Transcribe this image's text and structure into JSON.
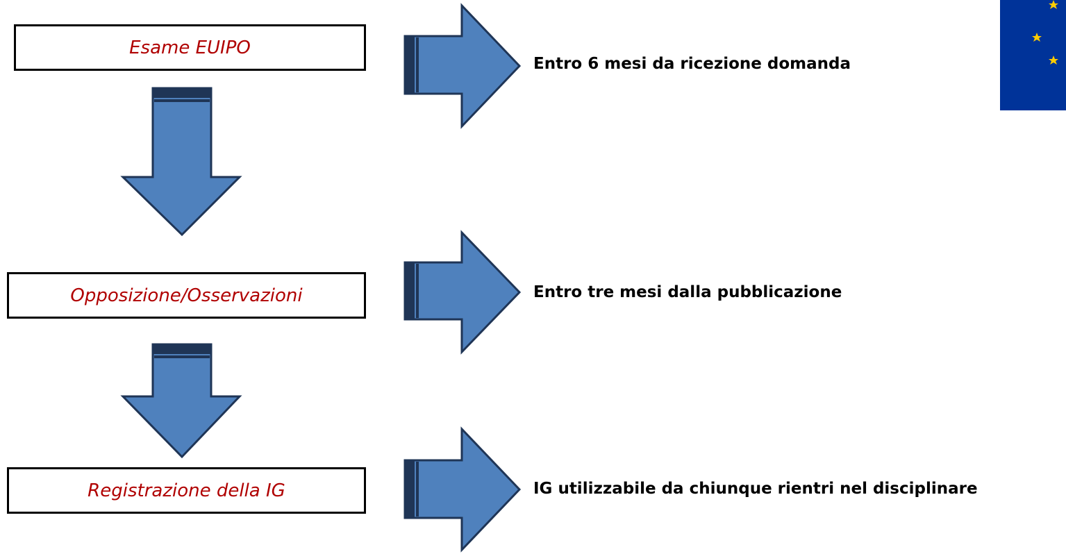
{
  "steps": [
    {
      "label": "Esame EUIPO"
    },
    {
      "label": "Opposizione/Osservazioni"
    },
    {
      "label": "Registrazione della IG"
    }
  ],
  "notes": [
    {
      "text": "Entro 6 mesi da ricezione domanda"
    },
    {
      "text": "Entro tre mesi dalla pubblicazione"
    },
    {
      "text": "IG utilizzabile da chiunque rientri nel disciplinare"
    }
  ],
  "colors": {
    "arrow_fill": "#4f81bd",
    "arrow_outline": "#1f3556",
    "step_text": "#b00000",
    "flag_blue": "#003399",
    "flag_star": "#ffcc00"
  },
  "icons": {
    "flag": "eu-flag-icon"
  }
}
